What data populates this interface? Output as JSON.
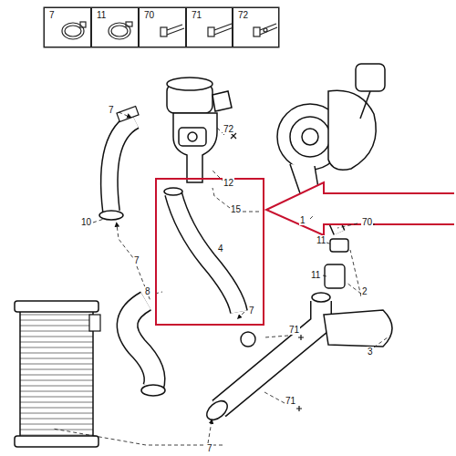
{
  "diagram": {
    "nodes": [
      {
        "text": [
          "7"
        ]
      },
      {
        "text": [
          "11"
        ]
      },
      {
        "text": [
          "70"
        ]
      },
      {
        "text": [
          "71"
        ]
      },
      {
        "text": [
          "72"
        ]
      },
      {
        "text": [
          "4",
          "7"
        ]
      }
    ],
    "labels": [
      "7",
      "72",
      "12",
      "10",
      "7",
      "15",
      "1",
      "70",
      "11",
      "11",
      "2",
      "8",
      "71",
      "3",
      "71",
      "7"
    ]
  }
}
